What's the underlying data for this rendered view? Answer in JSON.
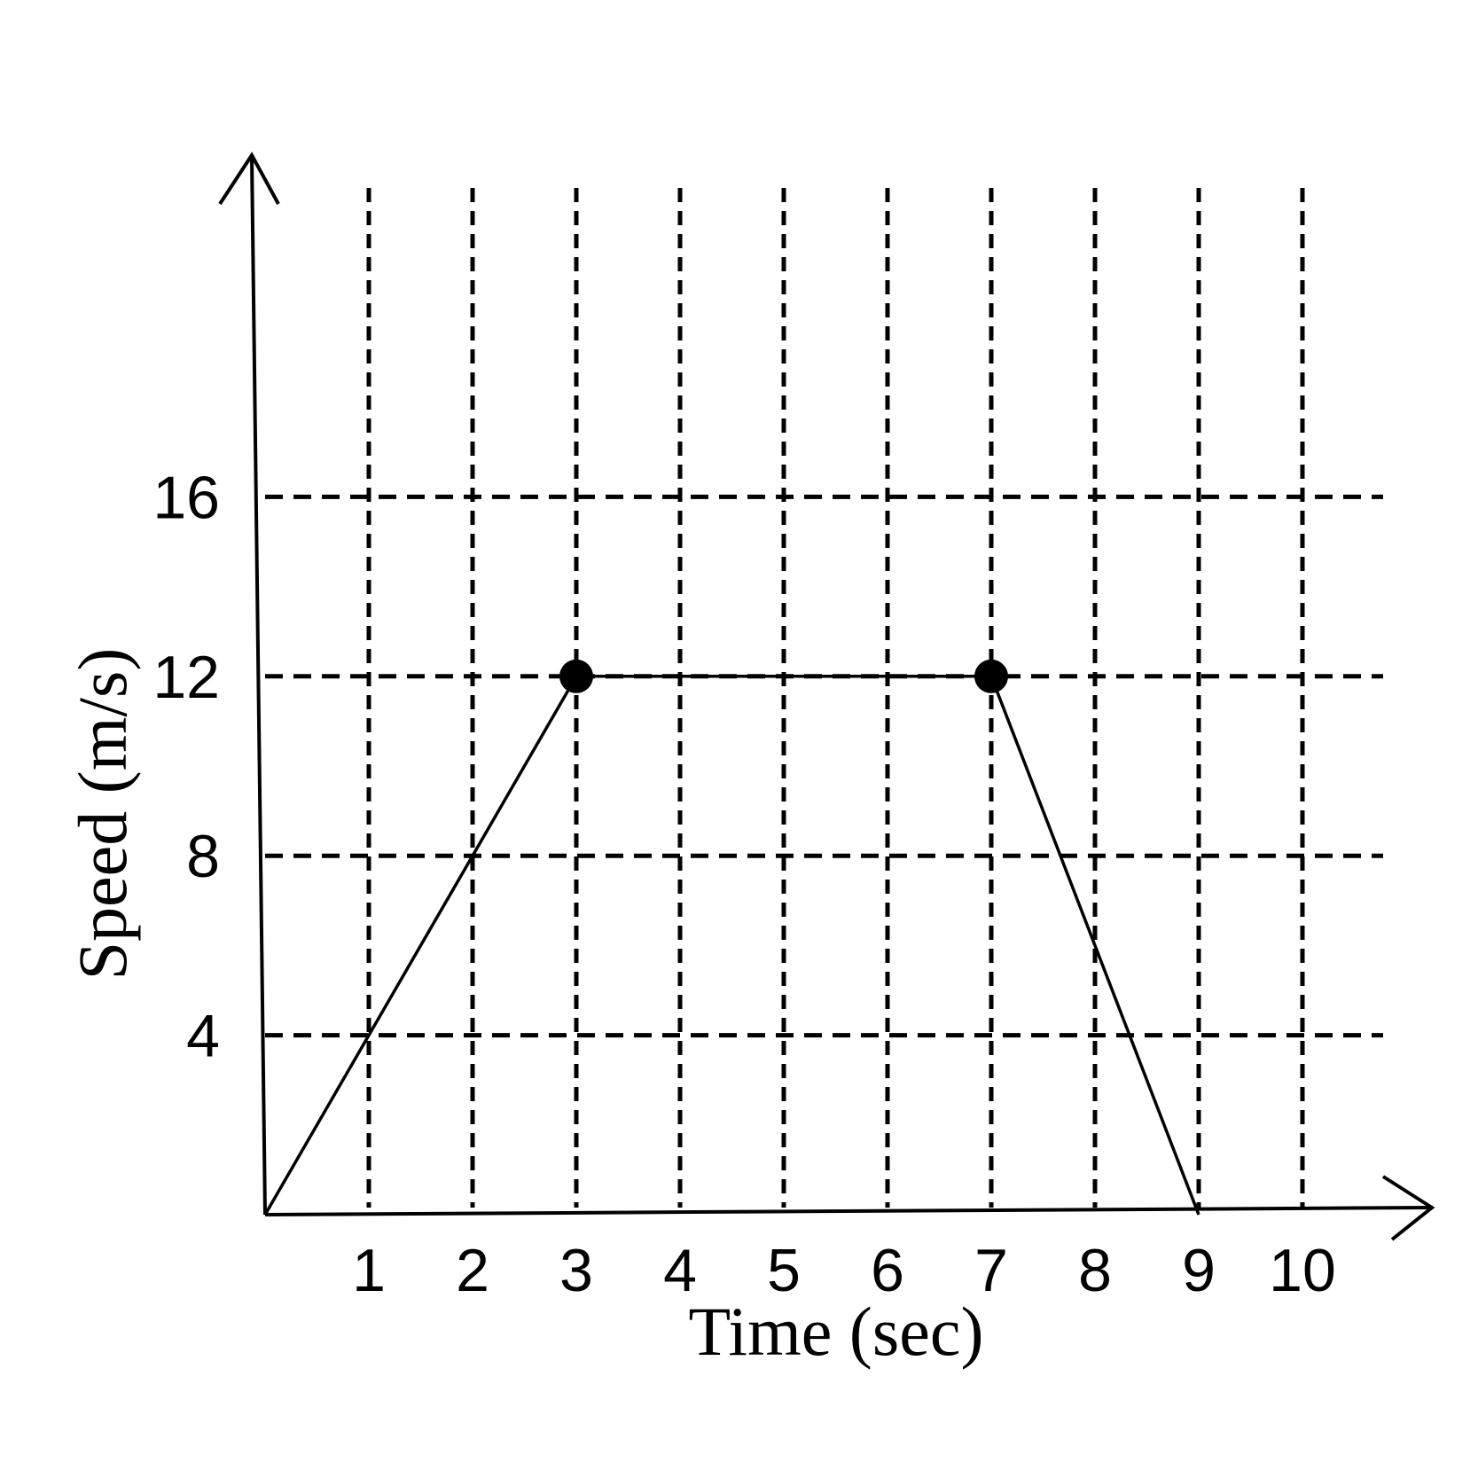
{
  "colors": {
    "ink": "#000000",
    "background": "#ffffff"
  },
  "chart_data": {
    "type": "line",
    "title": "",
    "xlabel": "Time (sec)",
    "ylabel": "Speed (m/s)",
    "xlim": [
      0,
      10
    ],
    "ylim": [
      0,
      16
    ],
    "x_ticks": [
      1,
      2,
      3,
      4,
      5,
      6,
      7,
      8,
      9,
      10
    ],
    "y_ticks": [
      4,
      8,
      12,
      16
    ],
    "grid": true,
    "grid_style": "dashed",
    "series": [
      {
        "x": [
          0,
          3,
          7,
          9
        ],
        "y": [
          0,
          12,
          12,
          0
        ]
      }
    ],
    "markers": [
      {
        "x": 3,
        "y": 12
      },
      {
        "x": 7,
        "y": 12
      }
    ]
  }
}
